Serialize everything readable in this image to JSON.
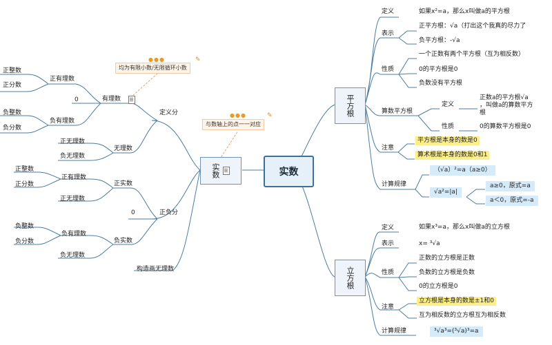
{
  "central": "实数",
  "right": {
    "square_root": {
      "label": "平方根",
      "definition": {
        "label": "定义",
        "text": "如果x²=a，那么x叫做a的平方根"
      },
      "notation": {
        "label": "表示",
        "positive": "正平方根：√a（打出这个我真的尽力了",
        "negative": "负平方根：-√a"
      },
      "properties": {
        "label": "性质",
        "items": [
          "一个正数有两个平方根（互为相反数）",
          "0的平方根是0",
          "负数没有平方根"
        ]
      },
      "arithmetic_root": {
        "label": "算数平方根",
        "definition_label": "定义",
        "definition_lines": [
          "正数a的平方根√a",
          "，叫做a的算数平方",
          "根"
        ],
        "property_label": "性质",
        "property": "0的算数平方根是0"
      },
      "note": {
        "label": "注意",
        "items": [
          "平方根是本身的数是0",
          "算术根是本身的数是0和1"
        ]
      },
      "rules": {
        "label": "计算规律",
        "rule1": "（√a）²=a（a≥0）",
        "rule2": "√a²=|a|",
        "case1": "a≥0，原式=a",
        "case2": "a＜0，原式=-a"
      }
    },
    "cube_root": {
      "label": "立方根",
      "definition": {
        "label": "定义",
        "text": "如果x³=a，那么x叫做a的立方根"
      },
      "notation": {
        "label": "表示",
        "text": "x= ³√a"
      },
      "properties": {
        "label": "性质",
        "items": [
          "正数的立方根是正数",
          "负数的立方根是负数",
          "0的立方根是0"
        ]
      },
      "note": {
        "label": "注意",
        "items": [
          "立方根是本身的数是±1和0",
          "互为相反数的立方根互为相反数"
        ]
      },
      "rules": {
        "label": "计算规律",
        "text": "³√a³=(³√a)³=a"
      }
    }
  },
  "left": {
    "label": "实数",
    "note": "与数轴上的点一一对应",
    "by_definition": {
      "label": "定义分",
      "rational": {
        "label": "有理数",
        "note": "均为有限小数/无限循环小数",
        "positive": "正有理数",
        "positive_items": [
          "正整数",
          "正分数"
        ],
        "zero": "0",
        "negative": "负有理数",
        "negative_items": [
          "负整数",
          "负分数"
        ]
      },
      "irrational": {
        "label": "无理数",
        "items": [
          "正无理数",
          "负无理数"
        ]
      }
    },
    "by_sign": {
      "label": "正负分",
      "positive": {
        "label": "正实数",
        "rational": "正有理数",
        "rational_items": [
          "正整数",
          "正分数"
        ],
        "irrational": "正无理数"
      },
      "zero": "0",
      "negative": {
        "label": "负实数",
        "rational": "负有理数",
        "rational_items": [
          "负整数",
          "负分数"
        ],
        "irrational": "负无理数"
      }
    },
    "construct": "构造画无理数"
  },
  "colors": {
    "line": "#4a7ba0",
    "highlight": "#fcee8a",
    "blue_box": "#d6ebfa",
    "note_bg": "#fff4e8",
    "note_line": "#f0a060"
  }
}
